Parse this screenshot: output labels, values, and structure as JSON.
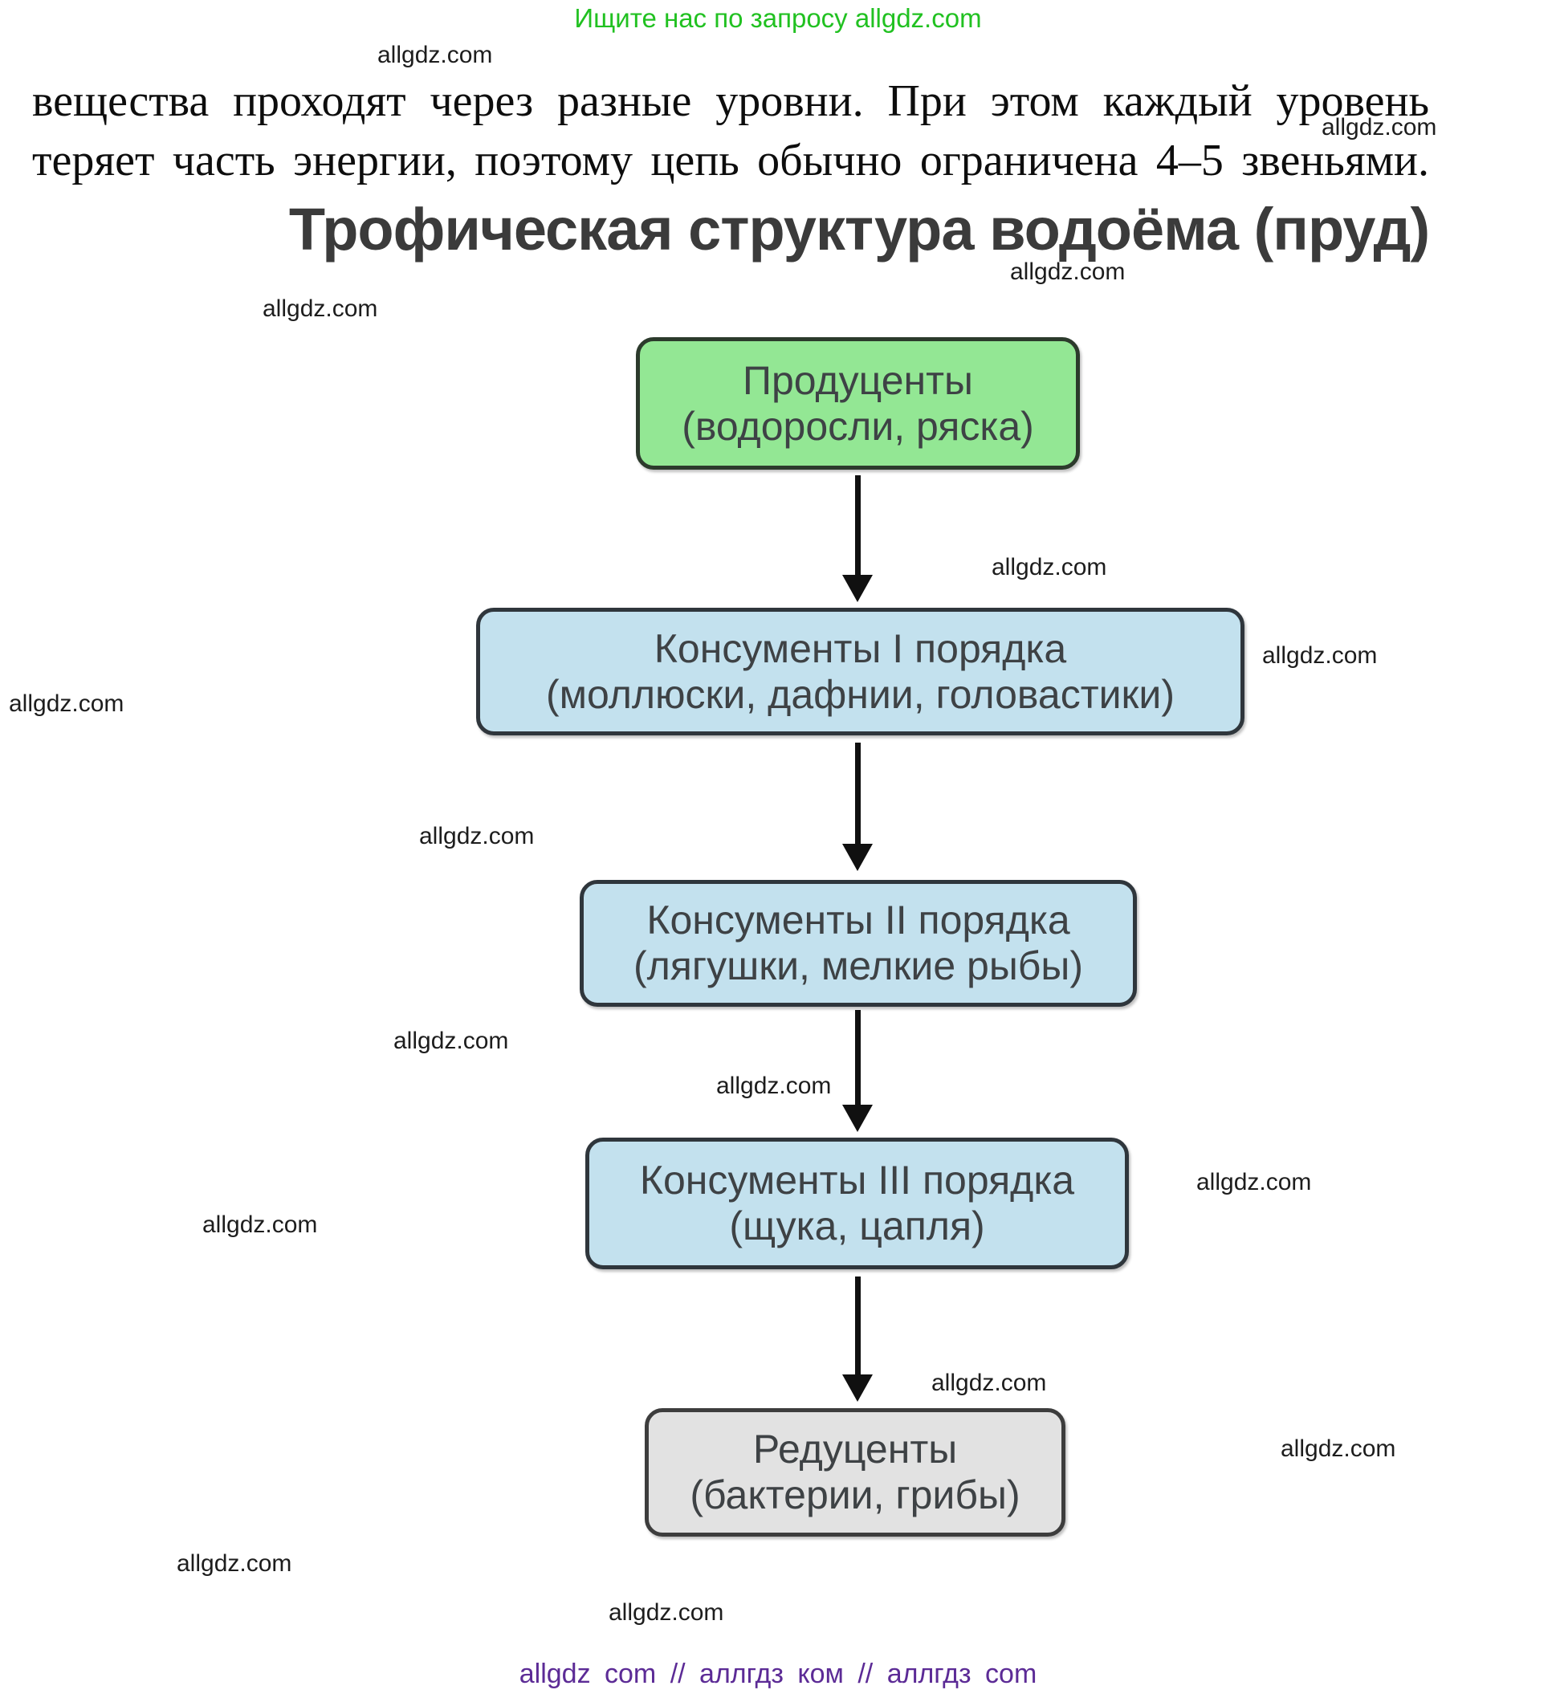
{
  "header": {
    "promo": "Ищите нас по запросу allgdz.com",
    "promo_color": "#21c121"
  },
  "paragraph": {
    "line1": "вещества проходят через разные уровни. При этом каждый уровень",
    "line2": "теряет часть энергии, поэтому цепь обычно ограничена 4–5 звеньями."
  },
  "diagram": {
    "title": "Трофическая структура водоёма (пруд)",
    "nodes": [
      {
        "name": "producers",
        "line1": "Продуценты",
        "line2": "(водоросли, ряска)",
        "fill": "#93e794",
        "border": "#2c3a2c"
      },
      {
        "name": "consumers-1",
        "line1": "Консументы I порядка",
        "line2": "(моллюски, дафнии, головастики)",
        "fill": "#c3e1ee",
        "border": "#2f363c"
      },
      {
        "name": "consumers-2",
        "line1": "Консументы II порядка",
        "line2": "(лягушки, мелкие рыбы)",
        "fill": "#c3e1ee",
        "border": "#2f363c"
      },
      {
        "name": "consumers-3",
        "line1": "Консументы III порядка",
        "line2": "(щука, цапля)",
        "fill": "#c3e1ee",
        "border": "#2f363c"
      },
      {
        "name": "reducers",
        "line1": "Редуценты",
        "line2": "(бактерии, грибы)",
        "fill": "#e2e2e2",
        "border": "#3d3d3d"
      }
    ],
    "arrow_color": "#101010"
  },
  "watermark": {
    "label": "allgdz.com"
  },
  "footer": {
    "text": "allgdz com  //  аллгдз ком  //  аллгдз com",
    "color": "#5c2b96"
  }
}
